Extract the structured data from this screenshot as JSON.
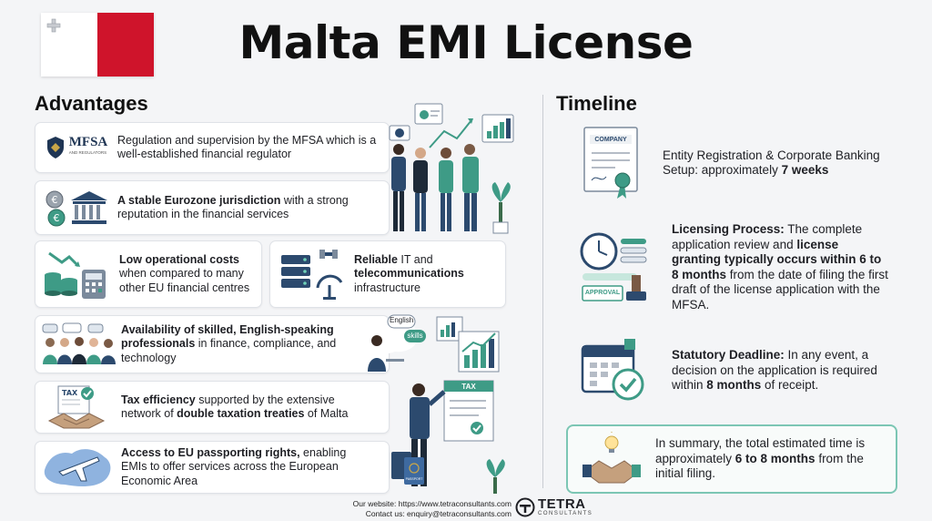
{
  "title": "Malta EMI License",
  "advantages": {
    "heading": "Advantages",
    "mfsa_logo_text": "MFSA",
    "mfsa_logo_sub": "AND REGULATORS",
    "items": [
      {
        "bold1": "",
        "text1": "Regulation and supervision by the MFSA which is a well-established financial regulator",
        "bold2": "",
        "text2": ""
      },
      {
        "bold1": "A stable Eurozone jurisdiction",
        "text1": " with a strong reputation in the financial services",
        "bold2": "",
        "text2": ""
      },
      {
        "bold1": "Low operational costs",
        "text1": " when compared to many other EU financial centres",
        "bold2": "",
        "text2": ""
      },
      {
        "bold1": "Reliable",
        "text1": " IT and ",
        "bold2": "telecommunications",
        "text2": " infrastructure"
      },
      {
        "bold1": "Availability of skilled, English-speaking professionals",
        "text1": " in finance, compliance, and technology",
        "bold2": "",
        "text2": ""
      },
      {
        "bold1": "Tax efficiency",
        "text1": " supported by the extensive network of ",
        "bold2": "double taxation treaties",
        "text2": " of Malta"
      },
      {
        "bold1": "Access to EU passporting rights,",
        "text1": " enabling EMIs to offer services across the European Economic Area",
        "bold2": "",
        "text2": ""
      }
    ],
    "speech_bubble_1": "English",
    "speech_bubble_2": "skills",
    "tax_label": "TAX",
    "tax_doc_label": "TAX",
    "passport_label": "PASSPORT"
  },
  "timeline": {
    "heading": "Timeline",
    "company_label": "COMPANY",
    "approval_label": "APPROVAL",
    "items": [
      {
        "pre": "Entity Registration & Corporate Banking Setup: approximately ",
        "b1": "7 weeks",
        "mid": "",
        "b2": "",
        "mid2": "",
        "b3": "",
        "post": ""
      },
      {
        "pre": "",
        "b1": "Licensing Process:",
        "mid": " The complete application review and ",
        "b2": "license granting typically occurs within 6 to 8 months",
        "mid2": " from the date of filing the first draft of the license application with the MFSA.",
        "b3": "",
        "post": ""
      },
      {
        "pre": "",
        "b1": "Statutory Deadline:",
        "mid": " In any event, a decision on the application is required within ",
        "b2": "8 months",
        "mid2": " of receipt.",
        "b3": "",
        "post": ""
      }
    ],
    "summary": {
      "pre": "In summary, the total estimated time is approximately ",
      "bold": "6 to 8 months",
      "post": " from the initial filing."
    }
  },
  "footer": {
    "website": "Our website: https://www.tetraconsultants.com",
    "contact": "Contact us: enquiry@tetraconsultants.com",
    "brand": "TETRA",
    "brand_sub": "CONSULTANTS"
  },
  "colors": {
    "flag_red": "#cf142b",
    "teal": "#3e9b86",
    "navy": "#2c4a6e",
    "summary_border": "#7cc6b4"
  }
}
